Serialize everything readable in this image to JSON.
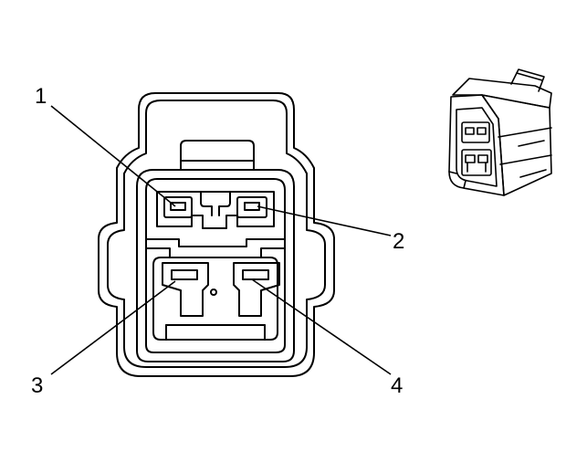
{
  "callouts": [
    {
      "id": "1",
      "label": "1"
    },
    {
      "id": "2",
      "label": "2"
    },
    {
      "id": "3",
      "label": "3"
    },
    {
      "id": "4",
      "label": "4"
    }
  ],
  "style": {
    "line_color": "#000000",
    "background_color": "#ffffff"
  }
}
